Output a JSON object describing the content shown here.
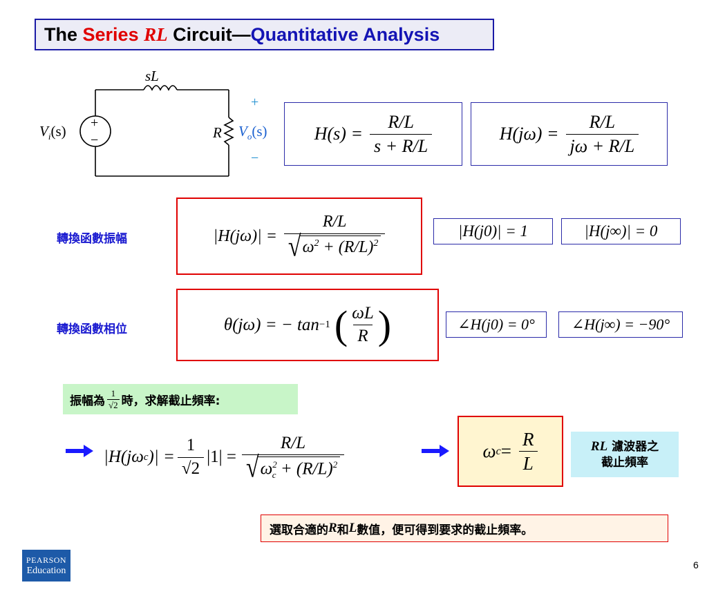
{
  "title": {
    "part1": "The ",
    "part2": "Series ",
    "part3": "RL",
    "part4": " Circuit—",
    "part5": "Quantitative Analysis"
  },
  "circuit": {
    "inductor_label": "sL",
    "source_label": "V",
    "source_sub": "i",
    "source_arg": "(s)",
    "resistor_label": "R",
    "output_label": "V",
    "output_sub": "o",
    "output_arg": "(s)",
    "plus": "+",
    "minus": "−",
    "src_plus": "+",
    "src_minus": "−"
  },
  "eq_hs": {
    "lhs": "H(s) =",
    "num": "R/L",
    "den": "s + R/L"
  },
  "eq_hjw": {
    "lhs": "H(jω) =",
    "num": "R/L",
    "den": "jω + R/L"
  },
  "magnitude": {
    "label": "轉換函數振幅",
    "lhs": "|H(jω)| =",
    "num": "R/L",
    "den_a": "ω",
    "den_sup": "2",
    "den_b": " + (R/L)",
    "den_sup2": "2",
    "at_zero": "|H(j0)| = 1",
    "at_inf": "|H(j∞)| = 0"
  },
  "phase": {
    "label": "轉換函數相位",
    "lhs": "θ(jω) = − tan",
    "sup": "−1",
    "num": "ωL",
    "den": "R",
    "at_zero": "∠H(j0) = 0°",
    "at_inf": "∠H(j∞) = −90°"
  },
  "cutoff_note": {
    "pre": "振幅為",
    "num": "1",
    "den": "√2",
    "post": "時，求解截止頻率:"
  },
  "cutoff_eq": {
    "lhs": "|H(jω",
    "lhs_sub": "c",
    "lhs_end": ")| =",
    "num1": "1",
    "den1": "√2",
    "mid": "|1| =",
    "num2": "R/L",
    "den_a": "ω",
    "den_sub": "c",
    "den_sup": "2",
    "den_b": " + (R/L)",
    "den_sup2": "2"
  },
  "result": {
    "lhs": "ω",
    "sub": "c",
    "eq": " =",
    "num": "R",
    "den": "L"
  },
  "result_note": {
    "line1_it": "RL",
    "line1": " 濾波器之",
    "line2": "截止頻率"
  },
  "bottom_note": {
    "a": "選取合適的",
    "r": "R",
    "b": "和",
    "l": "L",
    "c": "數值，便可得到要求的截止頻率。"
  },
  "logo": {
    "line1": "PEARSON",
    "line2": "Education"
  },
  "page_number": "6",
  "colors": {
    "red": "#e00000",
    "blue": "#1414b4",
    "arrow": "#1a1aff",
    "green_bg": "#c8f5c8",
    "cyan_bg": "#c8f0f8",
    "yellow_bg": "#fff5d0"
  }
}
